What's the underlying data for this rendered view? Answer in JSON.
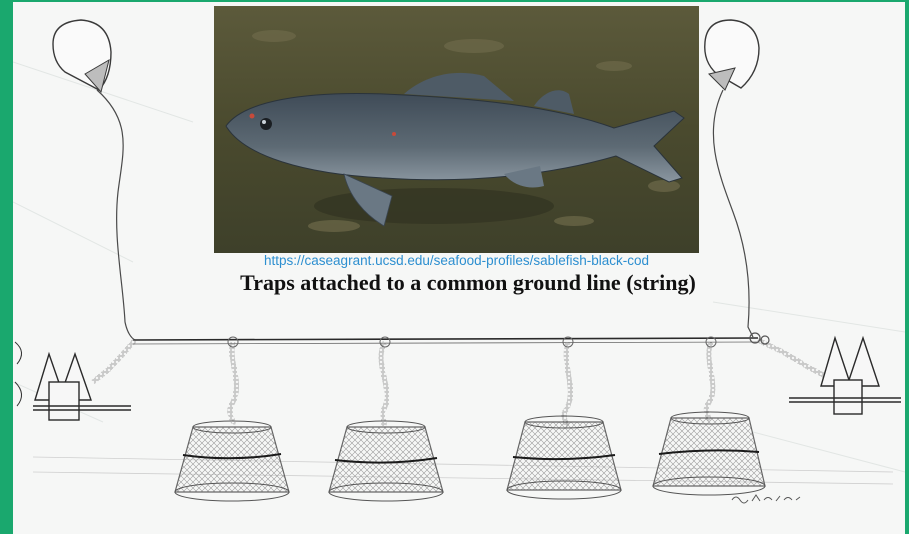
{
  "photo": {
    "subject": "sablefish (black cod) on sea floor",
    "source_url": "https://caseagrant.ucsd.edu/seafood-profiles/sablefish-black-cod"
  },
  "diagram": {
    "caption": "Traps attached to a common ground line (string)",
    "trap_count": 4,
    "buoy_count": 2,
    "anchor_count": 2
  },
  "colors": {
    "frame": "#1aa86e",
    "url_text": "#2d8fd0",
    "caption_text": "#111111",
    "sketch_line": "#3a3a3a",
    "seafloor": "#4a4a2e",
    "fish_body": "#4d5963"
  }
}
